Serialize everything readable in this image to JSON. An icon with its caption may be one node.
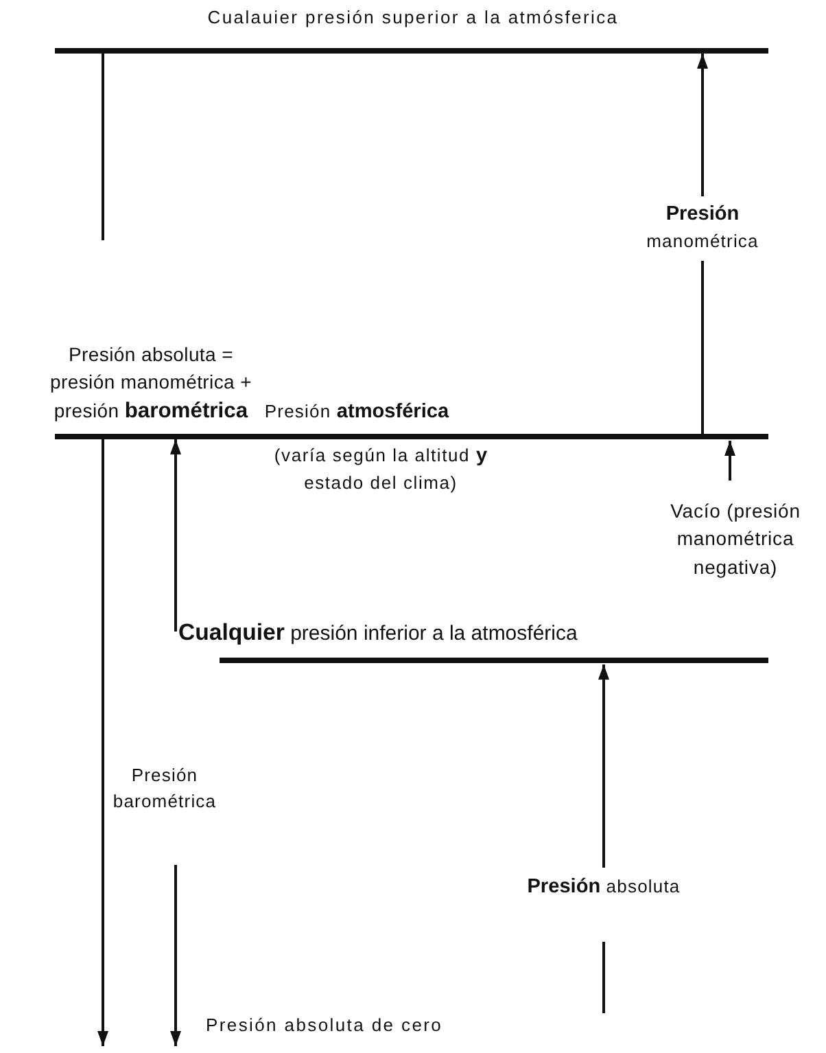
{
  "diagram": {
    "labels": [
      "Cualauier presión superior a la atmósferica",
      "**Presión** manométrica",
      "Presión absoluta = presión manométrica + presión **barométrica**",
      "Presión **atmosférica**",
      "(varía según la altitud **y** estado del clima)",
      "Vacío (presión manométrica negativa)",
      "**Cualquier** presión inferior a la atmosférica",
      "Presión barométrica",
      "**Presión** absoluta",
      "Presión absoluta de cero"
    ]
  }
}
